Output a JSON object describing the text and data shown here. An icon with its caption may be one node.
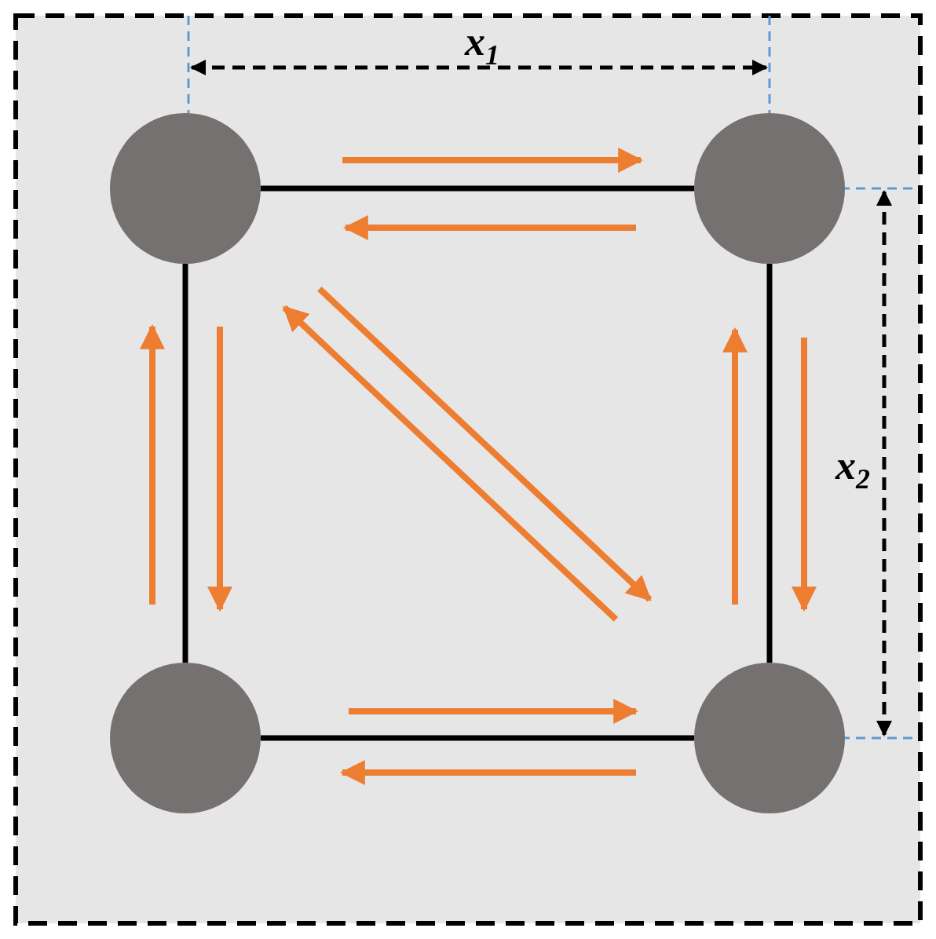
{
  "diagram": {
    "nodes": [
      {
        "text": [],
        "shape": "circle"
      },
      {
        "text": [],
        "shape": "circle"
      },
      {
        "text": [],
        "shape": "circle"
      },
      {
        "text": [],
        "shape": "circle"
      }
    ],
    "edges": [
      {
        "from": 0,
        "to": 1,
        "arrow": "none",
        "color": "#000000"
      },
      {
        "from": 0,
        "to": 2,
        "arrow": "none",
        "color": "#000000"
      },
      {
        "from": 1,
        "to": 3,
        "arrow": "none",
        "color": "#000000"
      },
      {
        "from": 2,
        "to": 3,
        "arrow": "none",
        "color": "#000000"
      },
      {
        "from": 0,
        "to": 1,
        "arrow": "to"
      },
      {
        "from": 1,
        "to": 0,
        "arrow": "to"
      },
      {
        "from": 2,
        "to": 0,
        "arrow": "to"
      },
      {
        "from": 0,
        "to": 2,
        "arrow": "to"
      },
      {
        "from": 3,
        "to": 1,
        "arrow": "to"
      },
      {
        "from": 1,
        "to": 3,
        "arrow": "to"
      },
      {
        "from": 2,
        "to": 3,
        "arrow": "to"
      },
      {
        "from": 3,
        "to": 2,
        "arrow": "to"
      },
      {
        "from": 0,
        "to": 3,
        "arrow": "to"
      },
      {
        "from": 3,
        "to": 0,
        "arrow": "to"
      }
    ],
    "labels": [
      "x$_{1}$",
      "x$_{2}$"
    ]
  }
}
